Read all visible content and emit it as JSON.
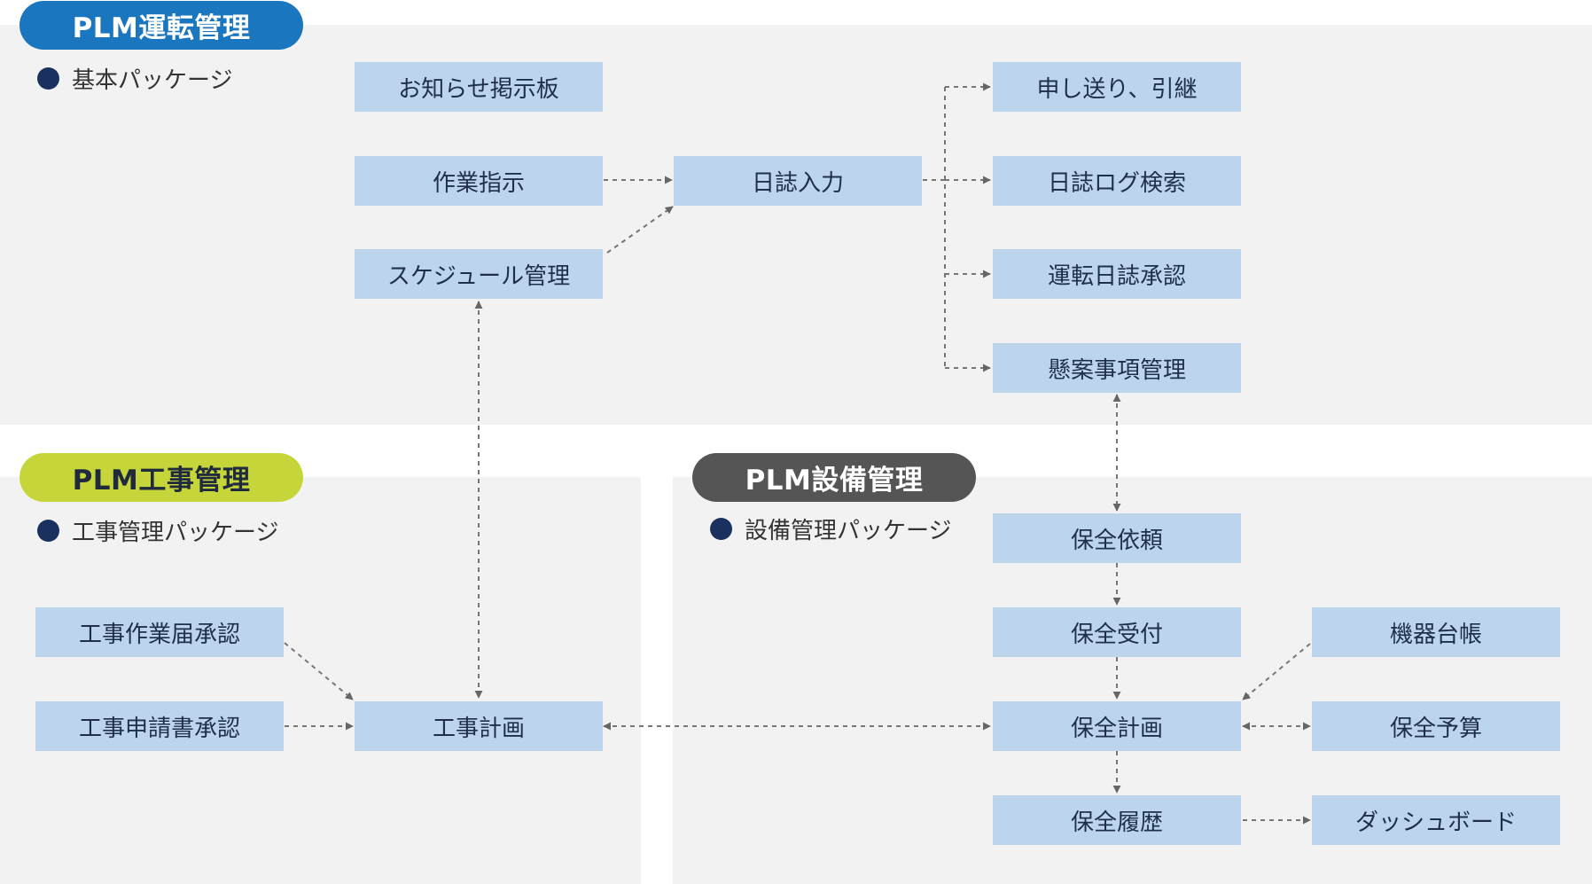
{
  "colors": {
    "operation_pill": "#1a76be",
    "construction_pill": "#c6d63a",
    "equipment_pill": "#555555",
    "node_fill": "#bcd4ec",
    "panel_bg": "#f2f2f2",
    "bullet": "#1a3160",
    "connector": "#666666"
  },
  "sections": {
    "operation": {
      "title": "PLM運転管理",
      "package": "基本パッケージ"
    },
    "construction": {
      "title": "PLM工事管理",
      "package": "工事管理パッケージ"
    },
    "equipment": {
      "title": "PLM設備管理",
      "package": "設備管理パッケージ"
    }
  },
  "nodes": {
    "bulletin_board": "お知らせ掲示板",
    "work_instruction": "作業指示",
    "schedule": "スケジュール管理",
    "log_entry": "日誌入力",
    "handover": "申し送り、引継",
    "log_search": "日誌ログ検索",
    "log_approval": "運転日誌承認",
    "pending_issues": "懸案事項管理",
    "work_notice_approval": "工事作業届承認",
    "work_request_approval": "工事申請書承認",
    "construction_plan": "工事計画",
    "maintenance_request": "保全依頼",
    "maintenance_reception": "保全受付",
    "maintenance_plan": "保全計画",
    "maintenance_history": "保全履歴",
    "equipment_ledger": "機器台帳",
    "maintenance_budget": "保全予算",
    "dashboard": "ダッシュボード"
  }
}
